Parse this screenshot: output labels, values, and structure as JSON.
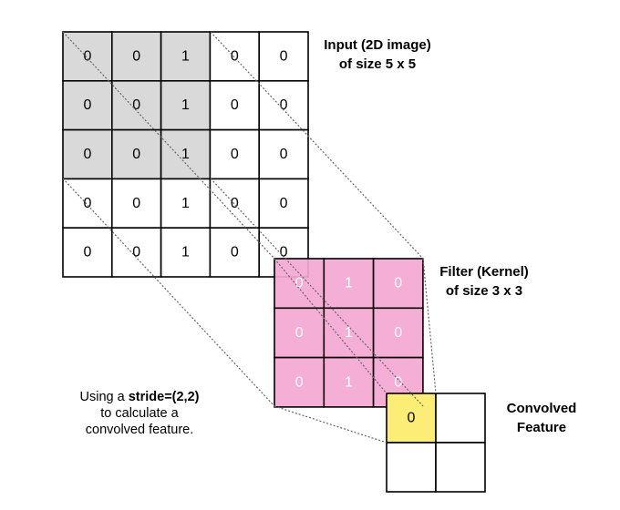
{
  "input": {
    "label_line1": "Input (2D image)",
    "label_line2": "of size 5 x 5",
    "values": [
      [
        0,
        0,
        1,
        0,
        0
      ],
      [
        0,
        0,
        1,
        0,
        0
      ],
      [
        0,
        0,
        1,
        0,
        0
      ],
      [
        0,
        0,
        1,
        0,
        0
      ],
      [
        0,
        0,
        1,
        0,
        0
      ]
    ],
    "highlight_color": "#d9d9d9"
  },
  "filter": {
    "label_line1": "Filter (Kernel)",
    "label_line2": "of size 3 x 3",
    "values": [
      [
        0,
        1,
        0
      ],
      [
        0,
        1,
        0
      ],
      [
        0,
        1,
        0
      ]
    ],
    "color": "#f4a7d3"
  },
  "output": {
    "label_line1": "Convolved",
    "label_line2": "Feature",
    "values": [
      [
        "0",
        ""
      ],
      [
        "",
        ""
      ]
    ],
    "highlight_color": "#fbed76"
  },
  "note": {
    "prefix": "Using a ",
    "bold": "stride=(2,2)",
    "line2": "to calculate a",
    "line3": "convolved feature."
  }
}
